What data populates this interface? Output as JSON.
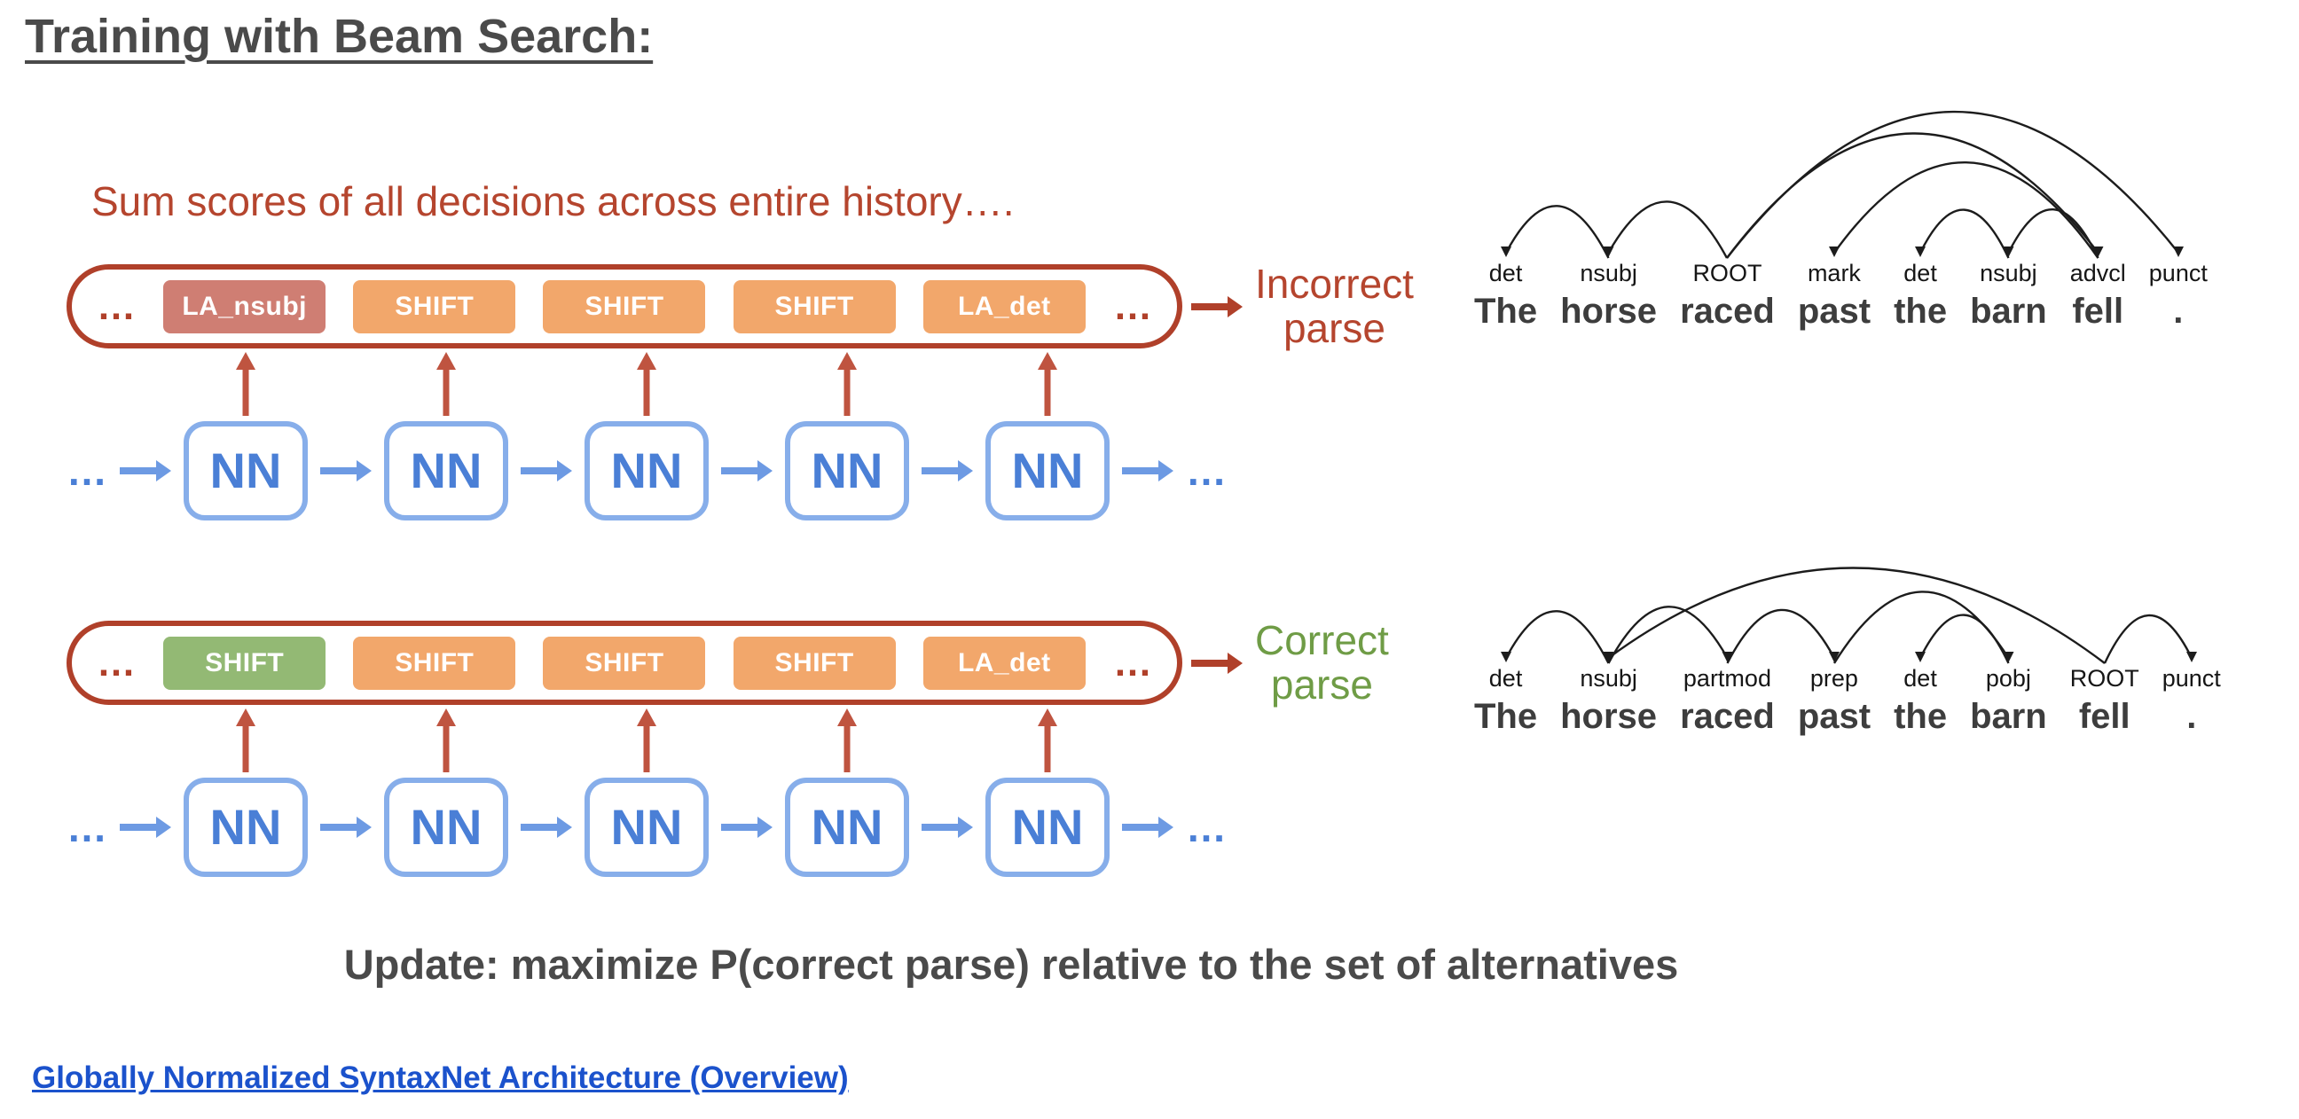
{
  "page": {
    "title": "Training with Beam Search:",
    "subtitle": "Sum scores of all decisions across entire history….",
    "update_text": "Update: maximize P(correct parse) relative to the set of alternatives",
    "footer_link": "Globally Normalized SyntaxNet Architecture (Overview)"
  },
  "colors": {
    "brick": "#b0402a",
    "brick_text": "#b5452e",
    "orange": "#f2a76b",
    "wrong_red": "#cf7e73",
    "good_green": "#93b974",
    "green_text": "#6f9c46",
    "nn_border": "#87aeea",
    "nn_blue": "#4a7fd6",
    "arrow_blue": "#6d9ae3",
    "dark": "#4a4a4a",
    "link_blue": "#1b52cc",
    "arc_black": "#1c1c1c"
  },
  "groups": [
    {
      "ellipsis": "…",
      "decisions": [
        {
          "label": "LA_nsubj",
          "kind": "wrong"
        },
        {
          "label": "SHIFT",
          "kind": "neutral"
        },
        {
          "label": "SHIFT",
          "kind": "neutral"
        },
        {
          "label": "SHIFT",
          "kind": "neutral"
        },
        {
          "label": "LA_det",
          "kind": "neutral"
        }
      ],
      "nn_label": "NN",
      "nn_count": 5,
      "result": {
        "lines": [
          "Incorrect",
          "parse"
        ],
        "kind": "incorrect"
      }
    },
    {
      "ellipsis": "…",
      "decisions": [
        {
          "label": "SHIFT",
          "kind": "correct"
        },
        {
          "label": "SHIFT",
          "kind": "neutral"
        },
        {
          "label": "SHIFT",
          "kind": "neutral"
        },
        {
          "label": "SHIFT",
          "kind": "neutral"
        },
        {
          "label": "LA_det",
          "kind": "neutral"
        }
      ],
      "nn_label": "NN",
      "nn_count": 5,
      "result": {
        "lines": [
          "Correct",
          "parse"
        ],
        "kind": "correct"
      }
    }
  ],
  "parses": [
    {
      "name": "incorrect",
      "labels": [
        "det",
        "nsubj",
        "ROOT",
        "mark",
        "det",
        "nsubj",
        "advcl",
        "punct"
      ],
      "words": [
        "The",
        "horse",
        "raced",
        "past",
        "the",
        "barn",
        "fell",
        "."
      ],
      "arcs": [
        [
          1,
          0
        ],
        [
          2,
          1
        ],
        [
          2,
          6
        ],
        [
          2,
          7
        ],
        [
          6,
          3
        ],
        [
          6,
          5
        ],
        [
          5,
          4
        ]
      ]
    },
    {
      "name": "correct",
      "labels": [
        "det",
        "nsubj",
        "partmod",
        "prep",
        "det",
        "pobj",
        "ROOT",
        "punct"
      ],
      "words": [
        "The",
        "horse",
        "raced",
        "past",
        "the",
        "barn",
        "fell",
        "."
      ],
      "arcs": [
        [
          1,
          0
        ],
        [
          6,
          1
        ],
        [
          1,
          2
        ],
        [
          2,
          3
        ],
        [
          3,
          5
        ],
        [
          5,
          4
        ],
        [
          6,
          7
        ]
      ]
    }
  ]
}
